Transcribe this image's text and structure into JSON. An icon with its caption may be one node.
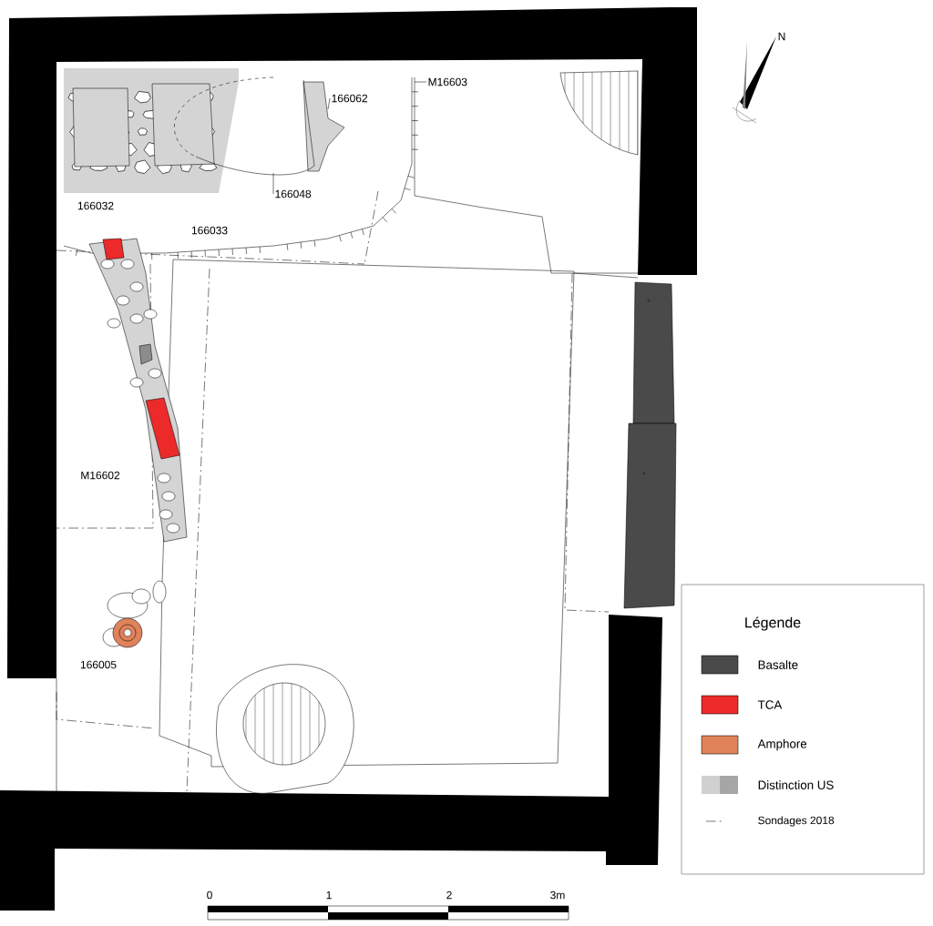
{
  "diagram": {
    "nodes": [
      {
        "text": [
          "M16603"
        ]
      },
      {
        "text": [
          "166062"
        ]
      },
      {
        "text": [
          "166048"
        ]
      }
    ],
    "edges": [
      {
        "from": 0,
        "to": null,
        "arrow": "none"
      },
      {
        "from": 1,
        "to": null,
        "arrow": "none"
      },
      {
        "from": 2,
        "to": null,
        "arrow": "none"
      }
    ],
    "labels": [
      "166032",
      "166033",
      "M16602",
      "166005",
      "Légende",
      "0",
      "1",
      "2",
      "3m",
      "N"
    ],
    "legend": [
      {
        "text": "Basalte",
        "color": "#4a4a4a"
      },
      {
        "text": "TCA",
        "color": "#ec2a2a"
      },
      {
        "text": "Amphore",
        "color": "#e0825a"
      },
      {
        "text": "Distinction US",
        "color": "#d0d0d0"
      },
      {
        "text": "Sondages 2018"
      }
    ]
  }
}
